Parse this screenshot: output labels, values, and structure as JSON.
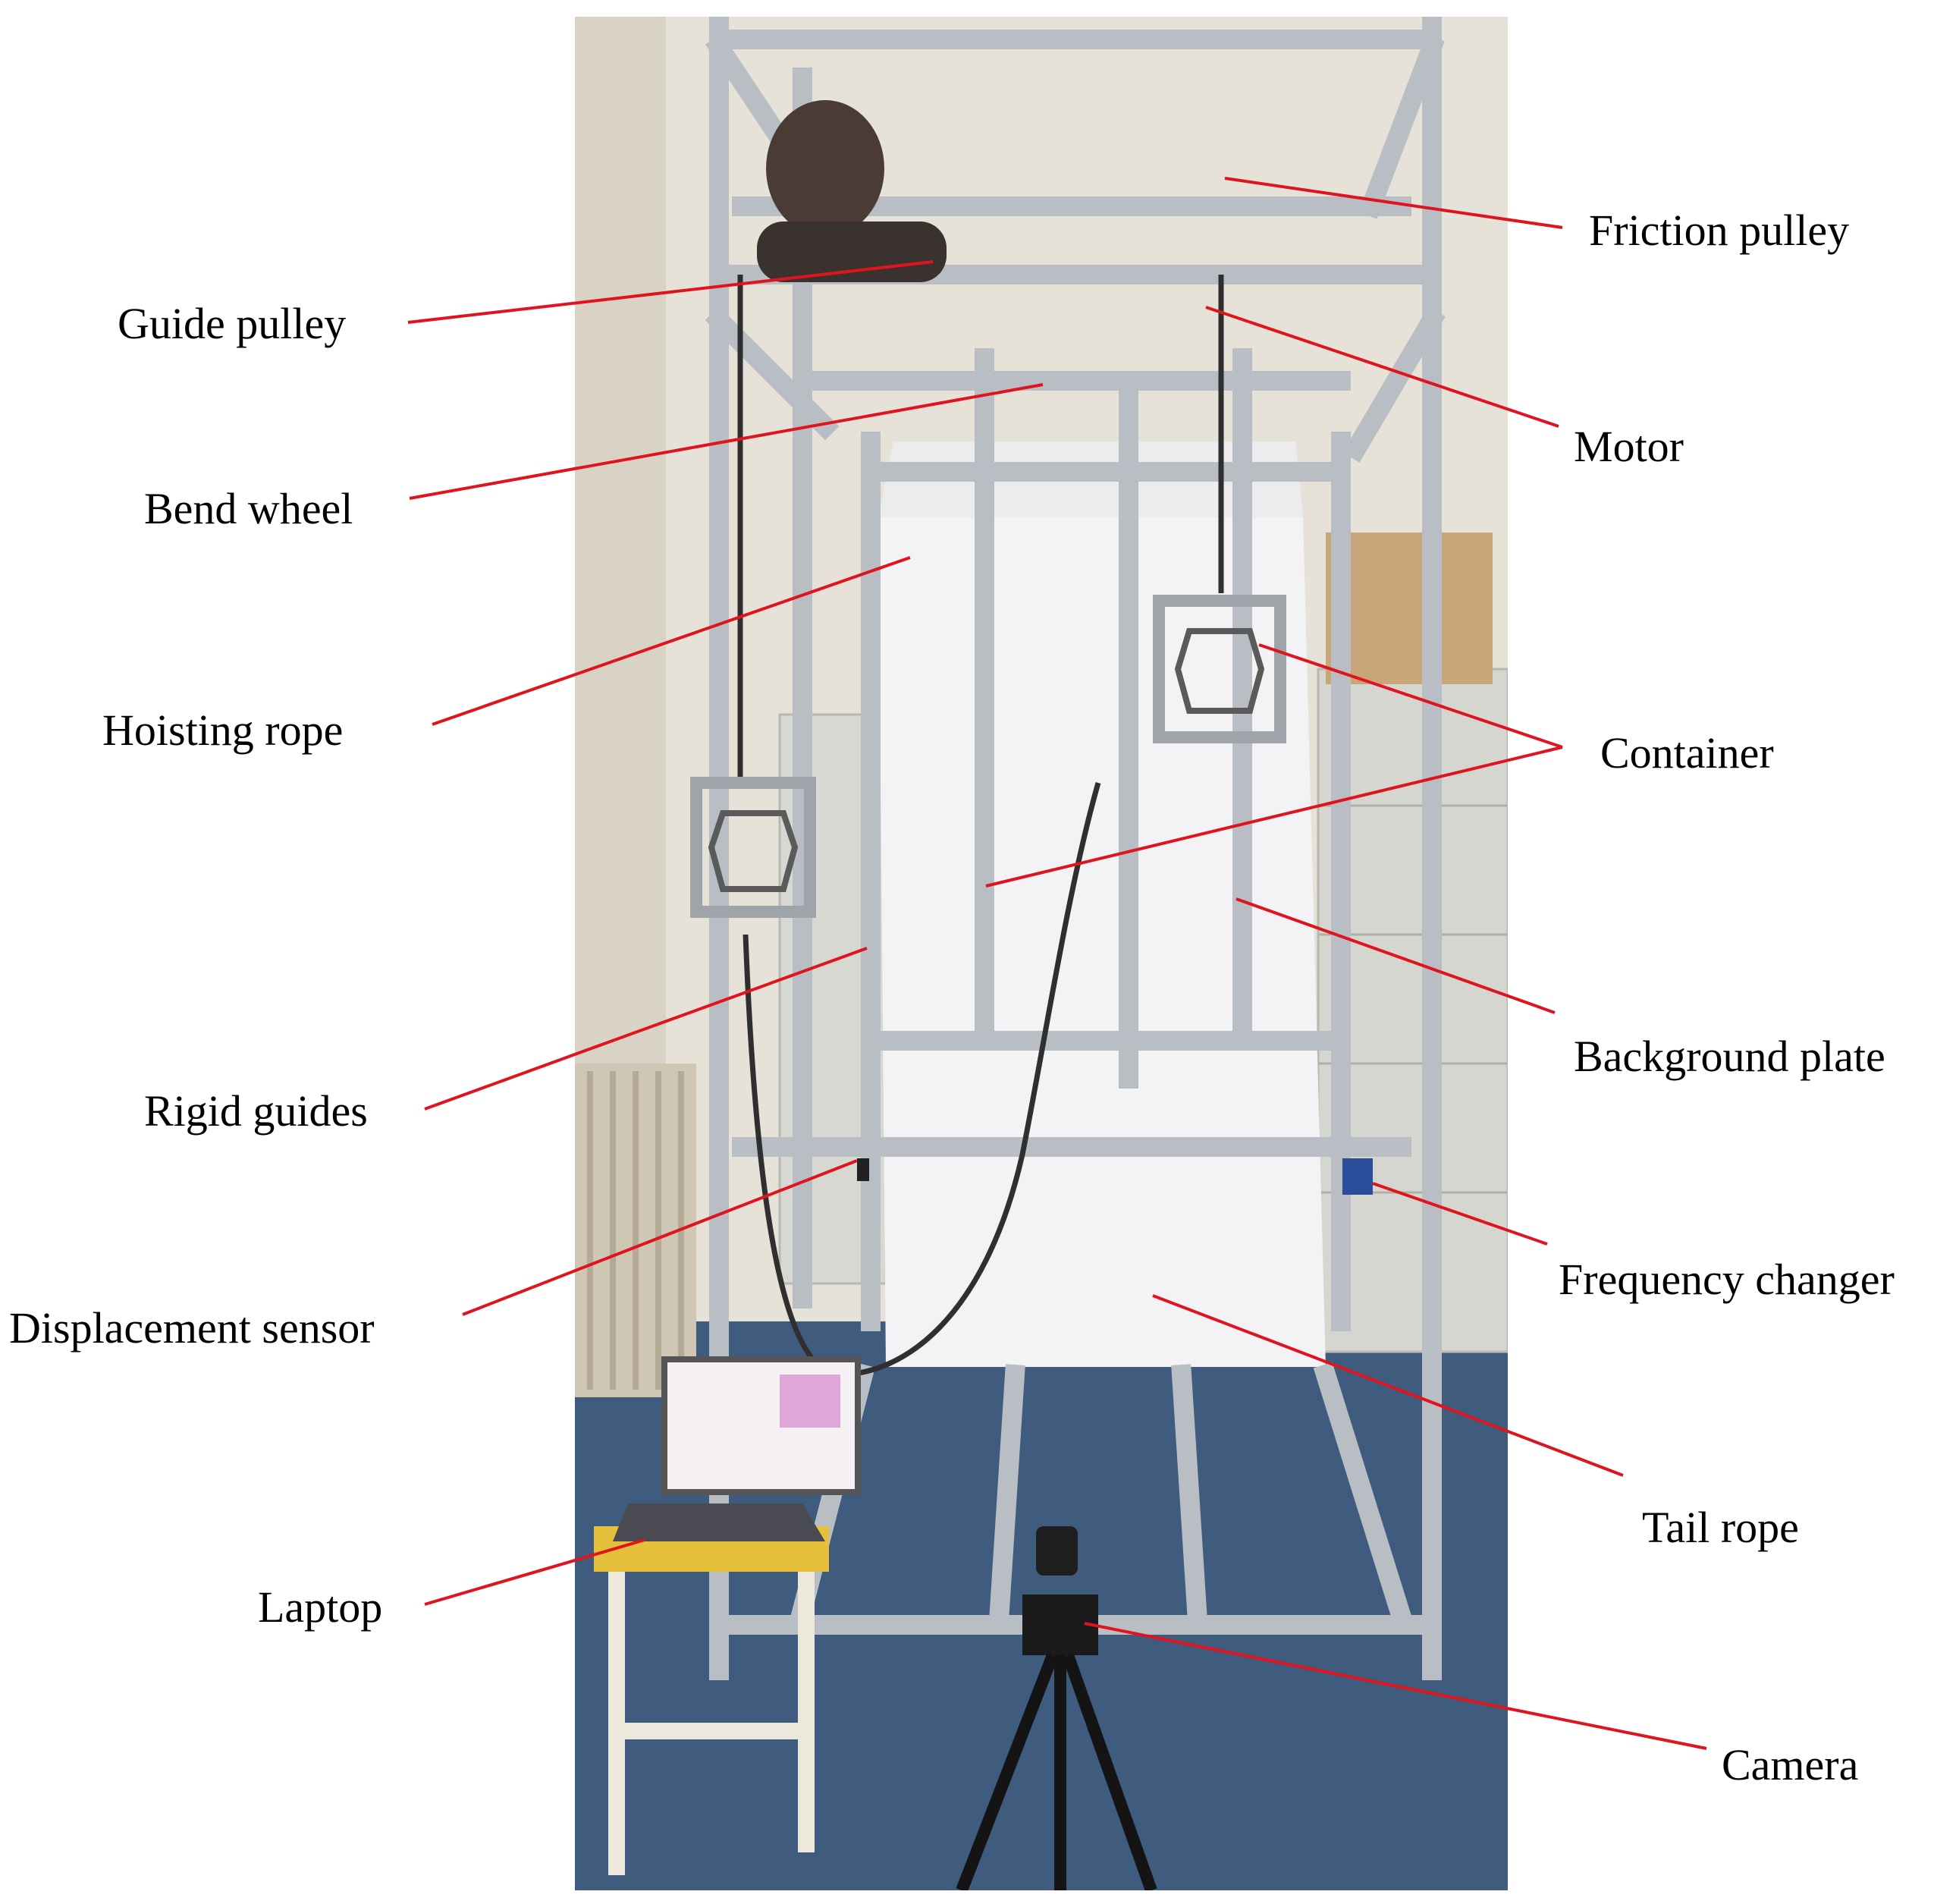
{
  "colors": {
    "leader_line": "#e0141e",
    "wall": "#e8e4dc",
    "floor": "#3e5a7c",
    "frame": "#c4c8cc",
    "cloth": "#f2f2f4"
  },
  "labels": {
    "friction_pulley": "Friction pulley",
    "guide_pulley": "Guide pulley",
    "motor": "Motor",
    "bend_wheel": "Bend wheel",
    "hoisting_rope": "Hoisting rope",
    "container": "Container",
    "background_plate": "Background plate",
    "rigid_guides": "Rigid guides",
    "frequency_changer": "Frequency changer",
    "displacement_sensor": "Displacement sensor",
    "tail_rope": "Tail rope",
    "laptop": "Laptop",
    "camera": "Camera"
  }
}
